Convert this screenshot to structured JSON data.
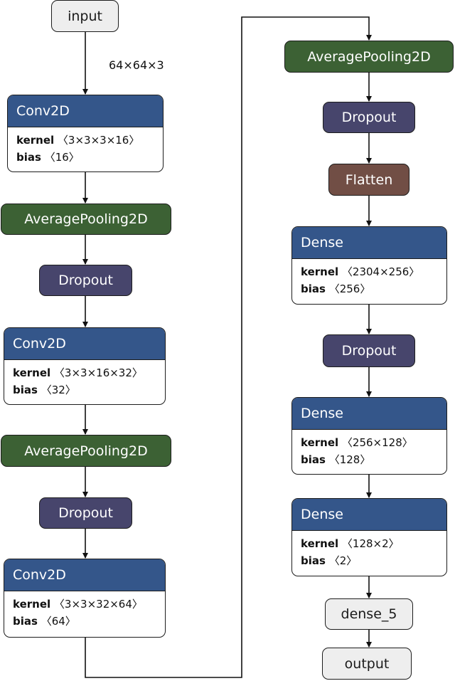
{
  "input": {
    "label": "input"
  },
  "input_shape": "64×64×3",
  "left_column": [
    {
      "type": "Conv2D",
      "kernel_label": "kernel",
      "kernel": "〈3×3×3×16〉",
      "bias_label": "bias",
      "bias": "〈16〉"
    },
    {
      "type": "AveragePooling2D"
    },
    {
      "type": "Dropout"
    },
    {
      "type": "Conv2D",
      "kernel_label": "kernel",
      "kernel": "〈3×3×16×32〉",
      "bias_label": "bias",
      "bias": "〈32〉"
    },
    {
      "type": "AveragePooling2D"
    },
    {
      "type": "Dropout"
    },
    {
      "type": "Conv2D",
      "kernel_label": "kernel",
      "kernel": "〈3×3×32×64〉",
      "bias_label": "bias",
      "bias": "〈64〉"
    }
  ],
  "right_column": [
    {
      "type": "AveragePooling2D"
    },
    {
      "type": "Dropout"
    },
    {
      "type": "Flatten"
    },
    {
      "type": "Dense",
      "kernel_label": "kernel",
      "kernel": "〈2304×256〉",
      "bias_label": "bias",
      "bias": "〈256〉"
    },
    {
      "type": "Dropout"
    },
    {
      "type": "Dense",
      "kernel_label": "kernel",
      "kernel": "〈256×128〉",
      "bias_label": "bias",
      "bias": "〈128〉"
    },
    {
      "type": "Dense",
      "kernel_label": "kernel",
      "kernel": "〈128×2〉",
      "bias_label": "bias",
      "bias": "〈2〉"
    }
  ],
  "final_layer": {
    "label": "dense_5"
  },
  "output": {
    "label": "output"
  },
  "colors": {
    "io_fill": "#eeeeee",
    "pooling_fill": "#3c6134",
    "dropout_fill": "#47456c",
    "flatten_fill": "#714e45",
    "weighted_header_fill": "#34568a"
  }
}
